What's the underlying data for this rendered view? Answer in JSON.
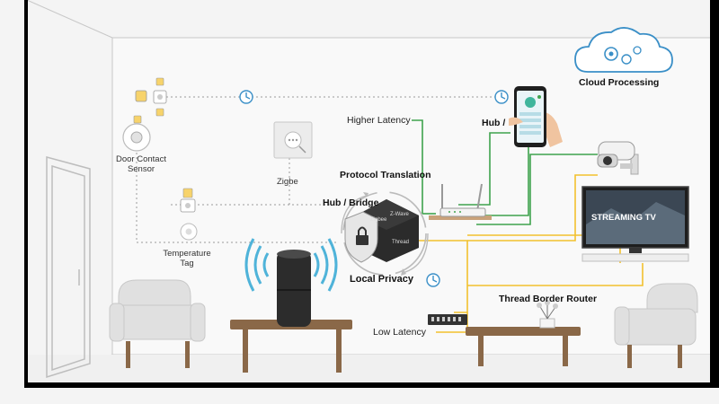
{
  "labels": {
    "cloud": "Cloud Processing",
    "higher_latency": "Higher Latency",
    "hub_top": "Hub /",
    "protocol_translation": "Protocol Translation",
    "hub_bridge": "Hub / Bridge",
    "local_privacy": "Local Privacy",
    "zigbee": "Zigbe",
    "door_sensor_line1": "Door Contact",
    "door_sensor_line2": "Sensor",
    "temp_tag_line1": "Temperature",
    "temp_tag_line2": "Tag",
    "thread_border_router": "Thread Border Router",
    "low_latency": "Low Latency",
    "streaming_tv": "STREAMING TV"
  },
  "hub_box": {
    "zigbee": "Zigbee",
    "zwave": "Z-Wave",
    "thread": "Thread"
  },
  "colors": {
    "wall_frame": "#000000",
    "green_link": "#3fa34d",
    "yellow_link": "#f2c12e",
    "dotted_link": "#9a9a9a",
    "wifi_waves": "#4fb3d9",
    "wood": "#8a6848",
    "hub_dark": "#2b2b2b"
  },
  "icons": [
    "cloud-gear-icon",
    "clock-icon",
    "smartphone-icon",
    "security-camera-icon",
    "router-icon",
    "smart-speaker-icon",
    "lock-shield-icon",
    "network-switch-icon",
    "door-sensor-icon",
    "temperature-tag-icon",
    "wall-switch-icon"
  ]
}
